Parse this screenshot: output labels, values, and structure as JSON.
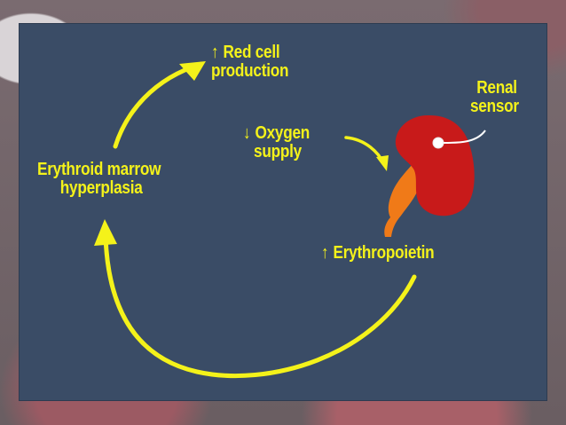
{
  "diagram": {
    "labels": {
      "red_cell": {
        "arrow": "up",
        "line1": "Red cell",
        "line2": "production"
      },
      "marrow": {
        "line1": "Erythroid marrow",
        "line2": "hyperplasia"
      },
      "oxygen": {
        "arrow": "down",
        "line1": "Oxygen",
        "line2": "supply"
      },
      "renal": {
        "line1": "Renal",
        "line2": "sensor"
      },
      "epo": {
        "arrow": "up",
        "line1": "Erythropoietin"
      }
    },
    "colors": {
      "panel": "#3a4c66",
      "arrows_text": "#f4f21a",
      "kidney": "#c81a1a",
      "ureter": "#f07a18",
      "sensor_line": "#ffffff"
    },
    "icons": [
      "up-arrow-icon",
      "down-arrow-icon",
      "kidney-icon"
    ]
  }
}
